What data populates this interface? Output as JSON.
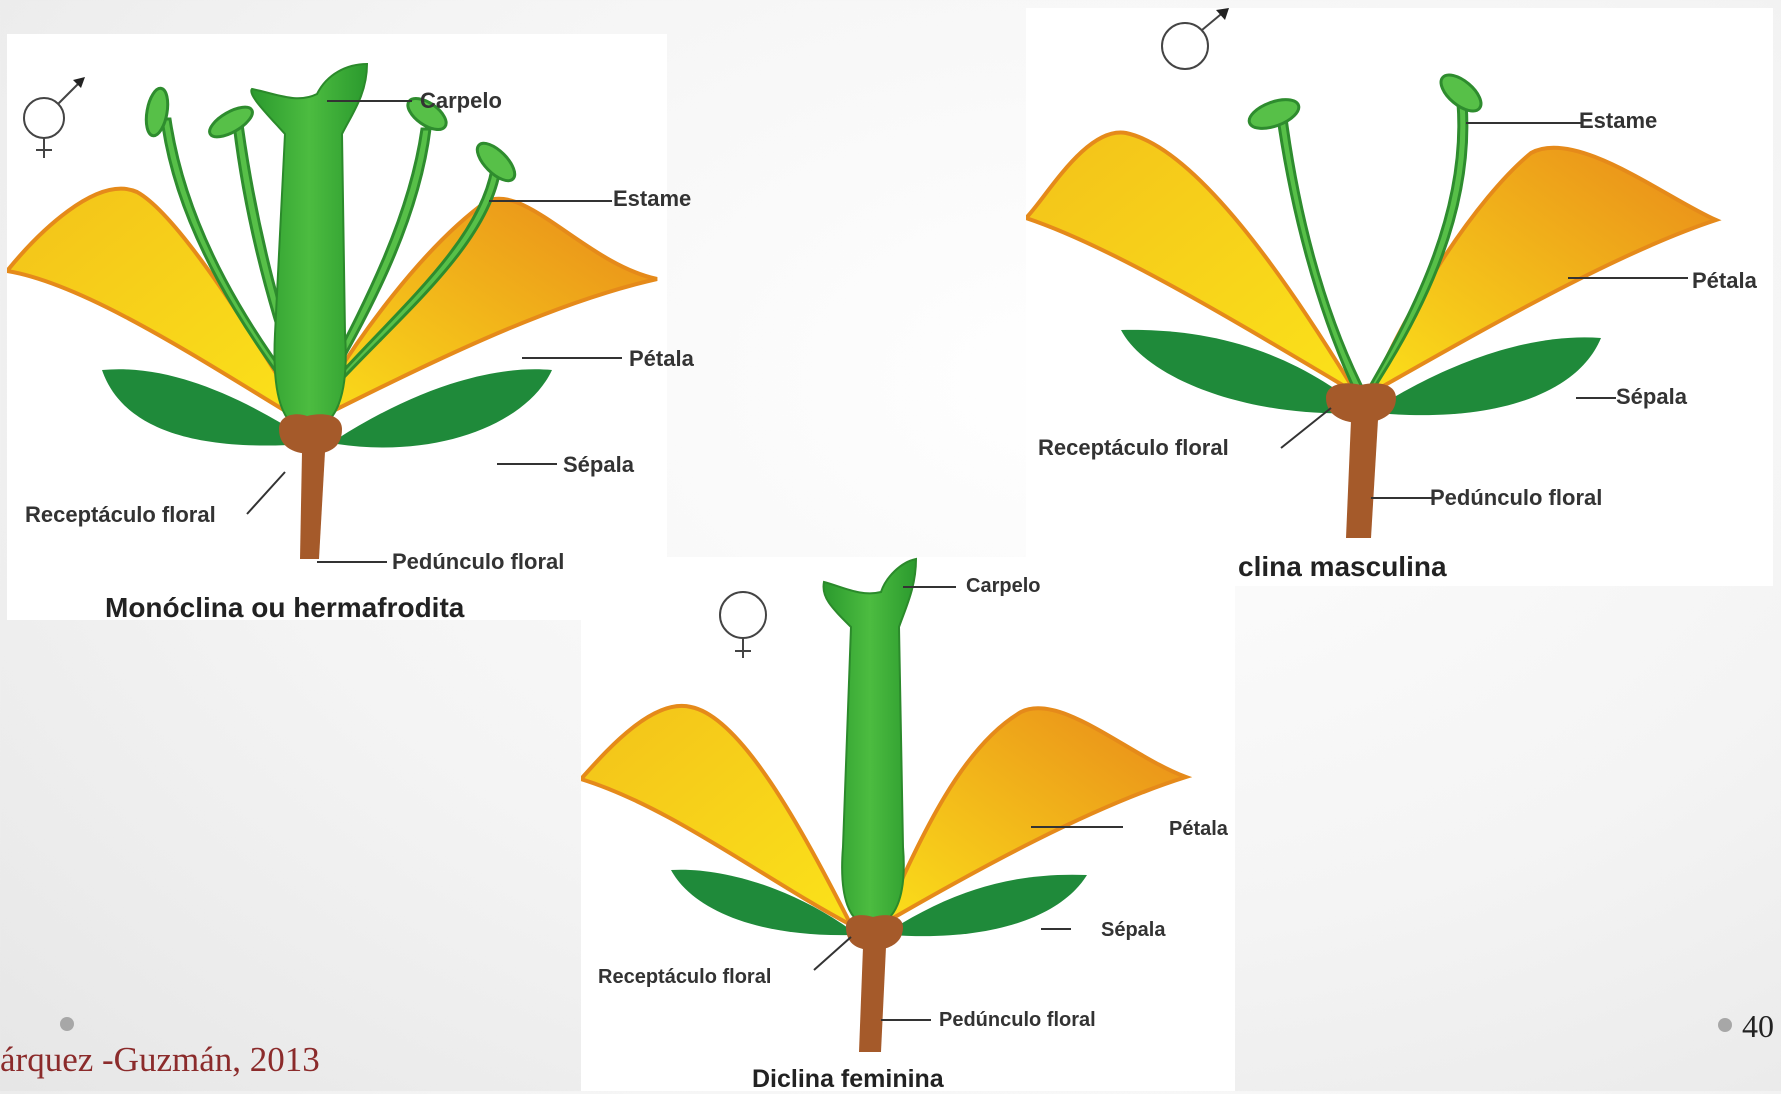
{
  "slide": {
    "author": "árquez -Guzmán, 2013",
    "page_number": "40"
  },
  "colors": {
    "petal_light": "#f9d71a",
    "petal_dark": "#e8891a",
    "stem_green": "#36a532",
    "sepal_green": "#1f8a3a",
    "receptacle_brown": "#a55a2a",
    "author_text": "#8b2b2b"
  },
  "figures": {
    "hermaphrodite": {
      "symbol": "male-female-symbol-icon",
      "caption": "Monóclina ou hermafrodita",
      "labels": {
        "carpel": "Carpelo",
        "stamen": "Estame",
        "petal": "Pétala",
        "sepal": "Sépala",
        "receptacle": "Receptáculo floral",
        "peduncle": "Pedúnculo floral"
      }
    },
    "male": {
      "symbol": "male-symbol-icon",
      "caption": "clina masculina",
      "labels": {
        "stamen": "Estame",
        "petal": "Pétala",
        "sepal": "Sépala",
        "receptacle": "Receptáculo floral",
        "peduncle": "Pedúnculo floral"
      }
    },
    "female": {
      "symbol": "female-symbol-icon",
      "caption": "Diclina feminina",
      "labels": {
        "carpel": "Carpelo",
        "petal": "Pétala",
        "sepal": "Sépala",
        "receptacle": "Receptáculo floral",
        "peduncle": "Pedúnculo floral"
      }
    }
  }
}
